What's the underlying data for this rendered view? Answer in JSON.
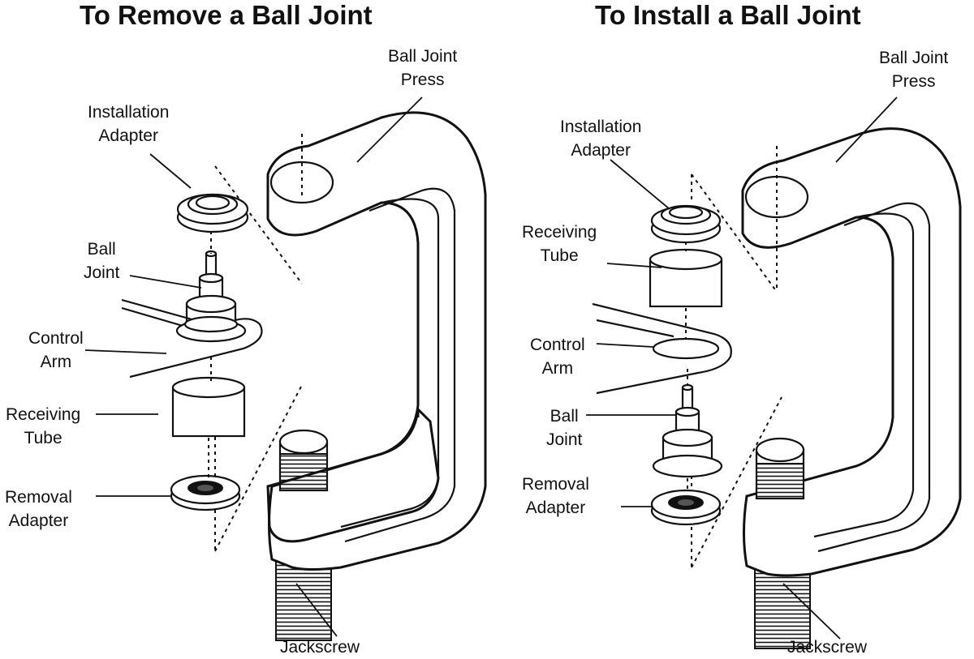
{
  "panels": [
    {
      "title": "To Remove a Ball Joint",
      "labels": {
        "press": [
          "Ball Joint",
          "Press"
        ],
        "installation_adapter": [
          "Installation",
          "Adapter"
        ],
        "ball_joint": [
          "Ball",
          "Joint"
        ],
        "control_arm": [
          "Control",
          "Arm"
        ],
        "receiving_tube": [
          "Receiving",
          "Tube"
        ],
        "removal_adapter": [
          "Removal",
          "Adapter"
        ],
        "jackscrew": "Jackscrew"
      }
    },
    {
      "title": "To Install a Ball Joint",
      "labels": {
        "press": [
          "Ball Joint",
          "Press"
        ],
        "installation_adapter": [
          "Installation",
          "Adapter"
        ],
        "receiving_tube": [
          "Receiving",
          "Tube"
        ],
        "control_arm": [
          "Control",
          "Arm"
        ],
        "ball_joint": [
          "Ball",
          "Joint"
        ],
        "removal_adapter": [
          "Removal",
          "Adapter"
        ],
        "jackscrew": "Jackscrew"
      }
    }
  ]
}
